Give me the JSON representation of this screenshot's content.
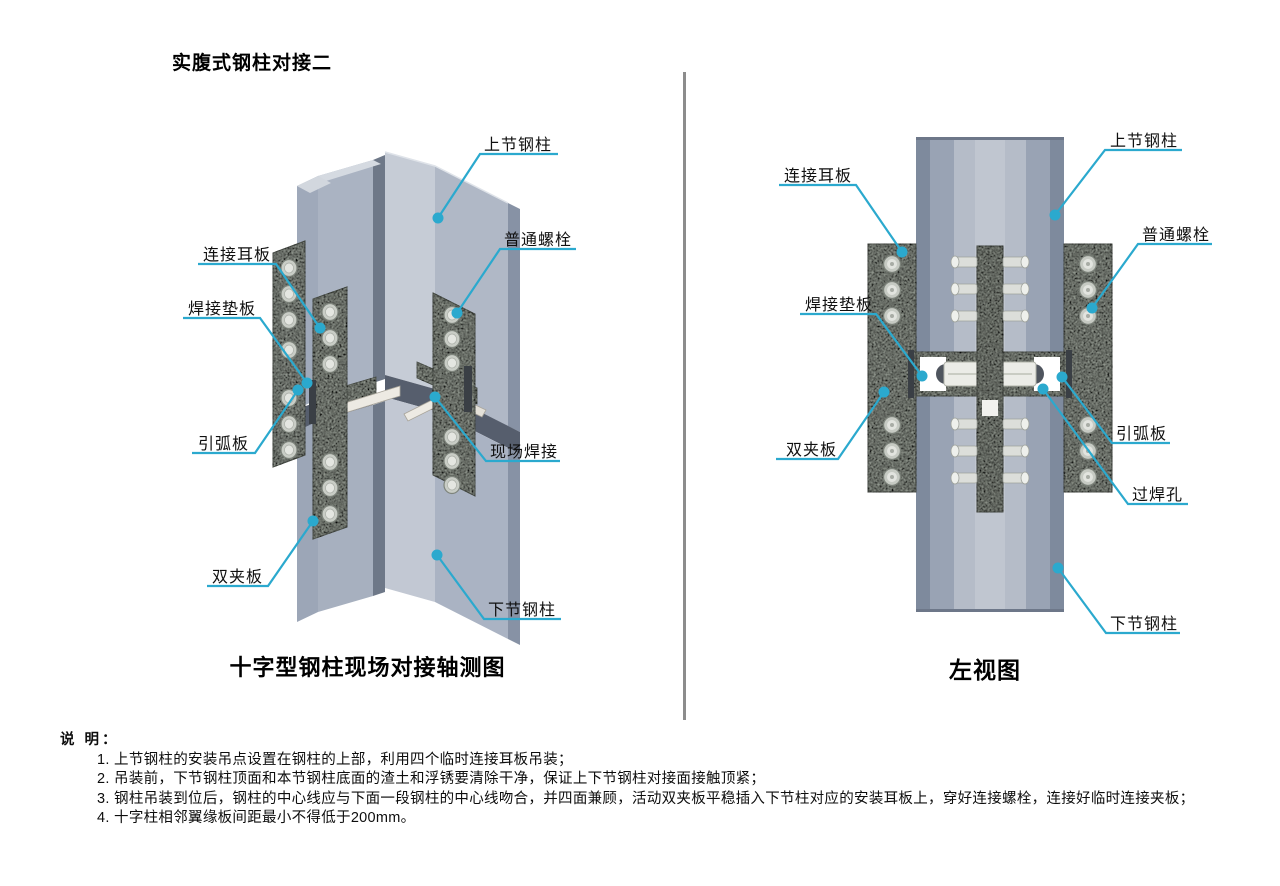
{
  "title": "实腹式钢柱对接二",
  "left_view": {
    "caption": "十字型钢柱现场对接轴测图",
    "labels": [
      {
        "text": "上节钢柱"
      },
      {
        "text": "普通螺栓"
      },
      {
        "text": "连接耳板"
      },
      {
        "text": "焊接垫板"
      },
      {
        "text": "引弧板"
      },
      {
        "text": "现场焊接"
      },
      {
        "text": "双夹板"
      },
      {
        "text": "下节钢柱"
      }
    ]
  },
  "right_view": {
    "caption": "左视图",
    "labels": [
      {
        "text": "连接耳板"
      },
      {
        "text": "上节钢柱"
      },
      {
        "text": "普通螺栓"
      },
      {
        "text": "焊接垫板"
      },
      {
        "text": "双夹板"
      },
      {
        "text": "引弧板"
      },
      {
        "text": "过焊孔"
      },
      {
        "text": "下节钢柱"
      }
    ]
  },
  "notes": {
    "heading": "说 明：",
    "items": [
      "1. 上节钢柱的安装吊点设置在钢柱的上部，利用四个临时连接耳板吊装；",
      "2. 吊装前，下节钢柱顶面和本节钢柱底面的渣土和浮锈要清除干净，保证上下节钢柱对接面接触顶紧；",
      "3. 钢柱吊装到位后，钢柱的中心线应与下面一段钢柱的中心线吻合，并四面兼顾，活动双夹板平稳插入下节柱对应的安装耳板上，穿好连接螺栓，连接好临时连接夹板；",
      "4. 十字柱相邻翼缘板间距最小不得低于200mm。"
    ]
  },
  "colors": {
    "leader": "#2ba9ce",
    "steel_light": "#c6ccd6",
    "steel_mid": "#aab3c2",
    "steel_dark": "#7e8a9d",
    "plate_speckle": "#8f958c",
    "divider": "#8c8c8c"
  }
}
